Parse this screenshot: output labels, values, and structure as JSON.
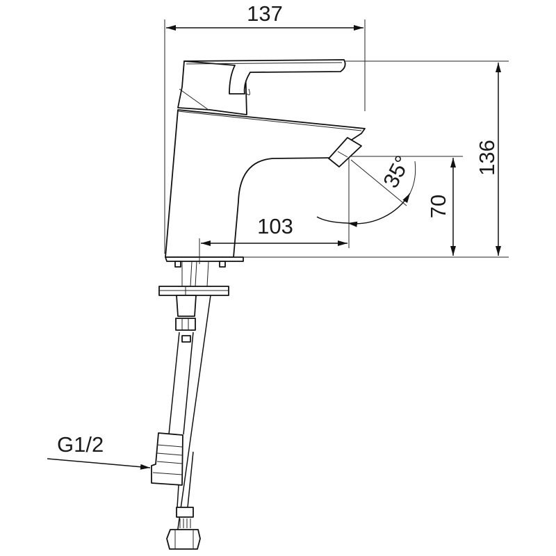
{
  "drawing": {
    "dimensions": {
      "total_depth": "137",
      "total_height": "136",
      "spout_reach": "103",
      "spout_height": "70",
      "spout_angle": "35°",
      "connection_thread": "G1/2"
    },
    "colors": {
      "line": "#111111",
      "background": "#ffffff"
    }
  }
}
